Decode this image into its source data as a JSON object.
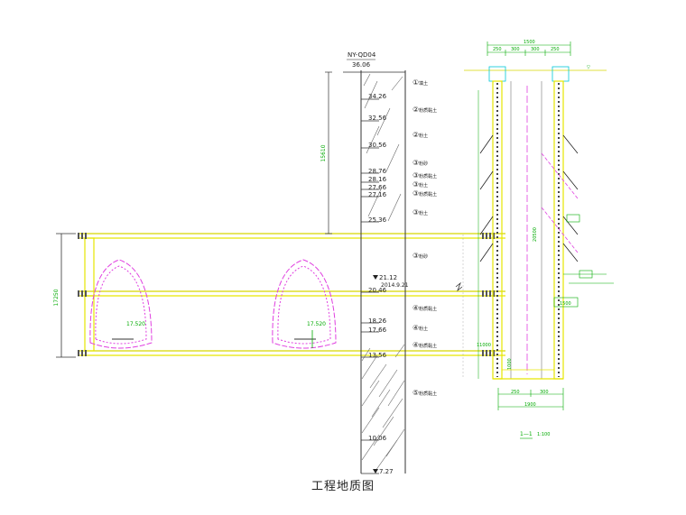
{
  "borehole": {
    "id": "NY-QD04",
    "top_elevation": "36.06",
    "elevations": [
      "34.26",
      "32.56",
      "30.56",
      "28.76",
      "28.16",
      "27.66",
      "27.16",
      "25.36",
      "21.12",
      "20.46",
      "18.26",
      "17.66",
      "13.56",
      "10.06",
      "7.27"
    ],
    "water_date": "2014.9.21",
    "depth_dim": "15610"
  },
  "layers": [
    {
      "num": "①",
      "name": "填土"
    },
    {
      "num": "②",
      "name": "粉质黏土"
    },
    {
      "num": "②",
      "name": "粉土"
    },
    {
      "num": "③",
      "name": "粉砂"
    },
    {
      "num": "③",
      "name": "粉质黏土"
    },
    {
      "num": "③",
      "name": "粉土"
    },
    {
      "num": "③",
      "name": "粉质黏土"
    },
    {
      "num": "③",
      "name": "粉土"
    },
    {
      "num": "③",
      "name": "粉砂"
    },
    {
      "num": "④",
      "name": "粉质黏土"
    },
    {
      "num": "④",
      "name": "粉土"
    },
    {
      "num": "④",
      "name": "粉质黏土"
    },
    {
      "num": "⑤",
      "name": "粉质黏土"
    }
  ],
  "tunnel": {
    "height_dim": "17250",
    "elev_left": "17.520",
    "elev_right": "17.520"
  },
  "shaft": {
    "top_width": "1500",
    "top_split": [
      "250",
      "300",
      "300",
      "250"
    ],
    "height_dim": "20500",
    "bottom_width": "1900",
    "bottom_split": [
      "250",
      "300"
    ],
    "side_dim": "1500",
    "mid_dim": "11000",
    "base_dim": "1000"
  },
  "section_label": "1—1",
  "section_scale": "1:100",
  "caption": "工程地质图"
}
